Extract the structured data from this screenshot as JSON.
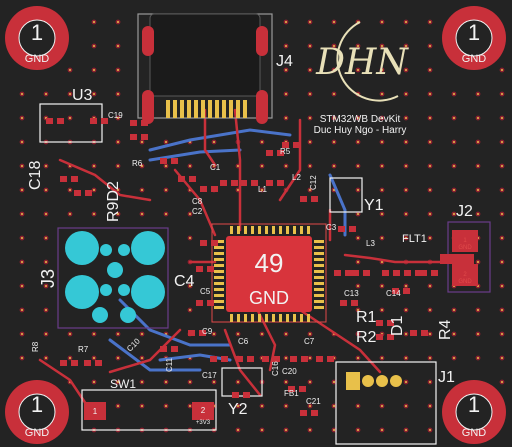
{
  "board": {
    "title_lines": [
      "STM32WB DevKit",
      "Duc Huy Ngo - Harry"
    ],
    "logo_text": "DHN"
  },
  "mounting_holes": [
    {
      "net_number": "1",
      "net_name": "GND"
    },
    {
      "net_number": "1",
      "net_name": "GND"
    },
    {
      "net_number": "1",
      "net_name": "GND"
    },
    {
      "net_number": "1",
      "net_name": "GND"
    }
  ],
  "mcu": {
    "pin_number": "49",
    "pin_net": "GND"
  },
  "references": {
    "J4": "J4",
    "J3": "J3",
    "J2": "J2",
    "J1": "J1",
    "U3": "U3",
    "Y1": "Y1",
    "Y2": "Y2",
    "SW1": "SW1",
    "FLT1": "FLT1",
    "FB1": "FB1",
    "C18": "C18",
    "C19": "C19",
    "C4": "C4",
    "C1": "C1",
    "C2": "C2",
    "C8": "C8",
    "C12": "C12",
    "C3": "C3",
    "C5": "C5",
    "C6": "C6",
    "C7": "C7",
    "C9": "C9",
    "C11": "C11",
    "C13": "C13",
    "C14": "C14",
    "C16": "C16",
    "C17": "C17",
    "C20": "C20",
    "C21": "C21",
    "C10": "C10",
    "R9D2": "R9D2",
    "R6": "R6",
    "R5": "R5",
    "R1": "R1",
    "R2": "R2",
    "R4": "R4",
    "R7": "R7",
    "R8": "R8",
    "D1": "D1",
    "L1": "L1",
    "L2": "L2",
    "L3": "L3"
  },
  "fab_labels": {
    "sw_pin1": "1",
    "sw_pin2": "2",
    "sw_pin2_net": "+3V3",
    "j2_pin1": "1",
    "j2_pin1_net": "GND",
    "j2_pin2": "2",
    "j2_pin2_net": "GND"
  },
  "colors": {
    "board": "#232323",
    "copper": "#c8303a",
    "copper_dark": "#8c2030",
    "silkscreen": "#f2f2f2",
    "fab": "#e04a4a",
    "inner_trace": "#4a73c9",
    "pad": "#e8c04a",
    "via_ring": "#e8c04a",
    "logo": "#e8e0b8",
    "keepout": "#6a3d8a",
    "usb_pad": "#35c8d6"
  }
}
